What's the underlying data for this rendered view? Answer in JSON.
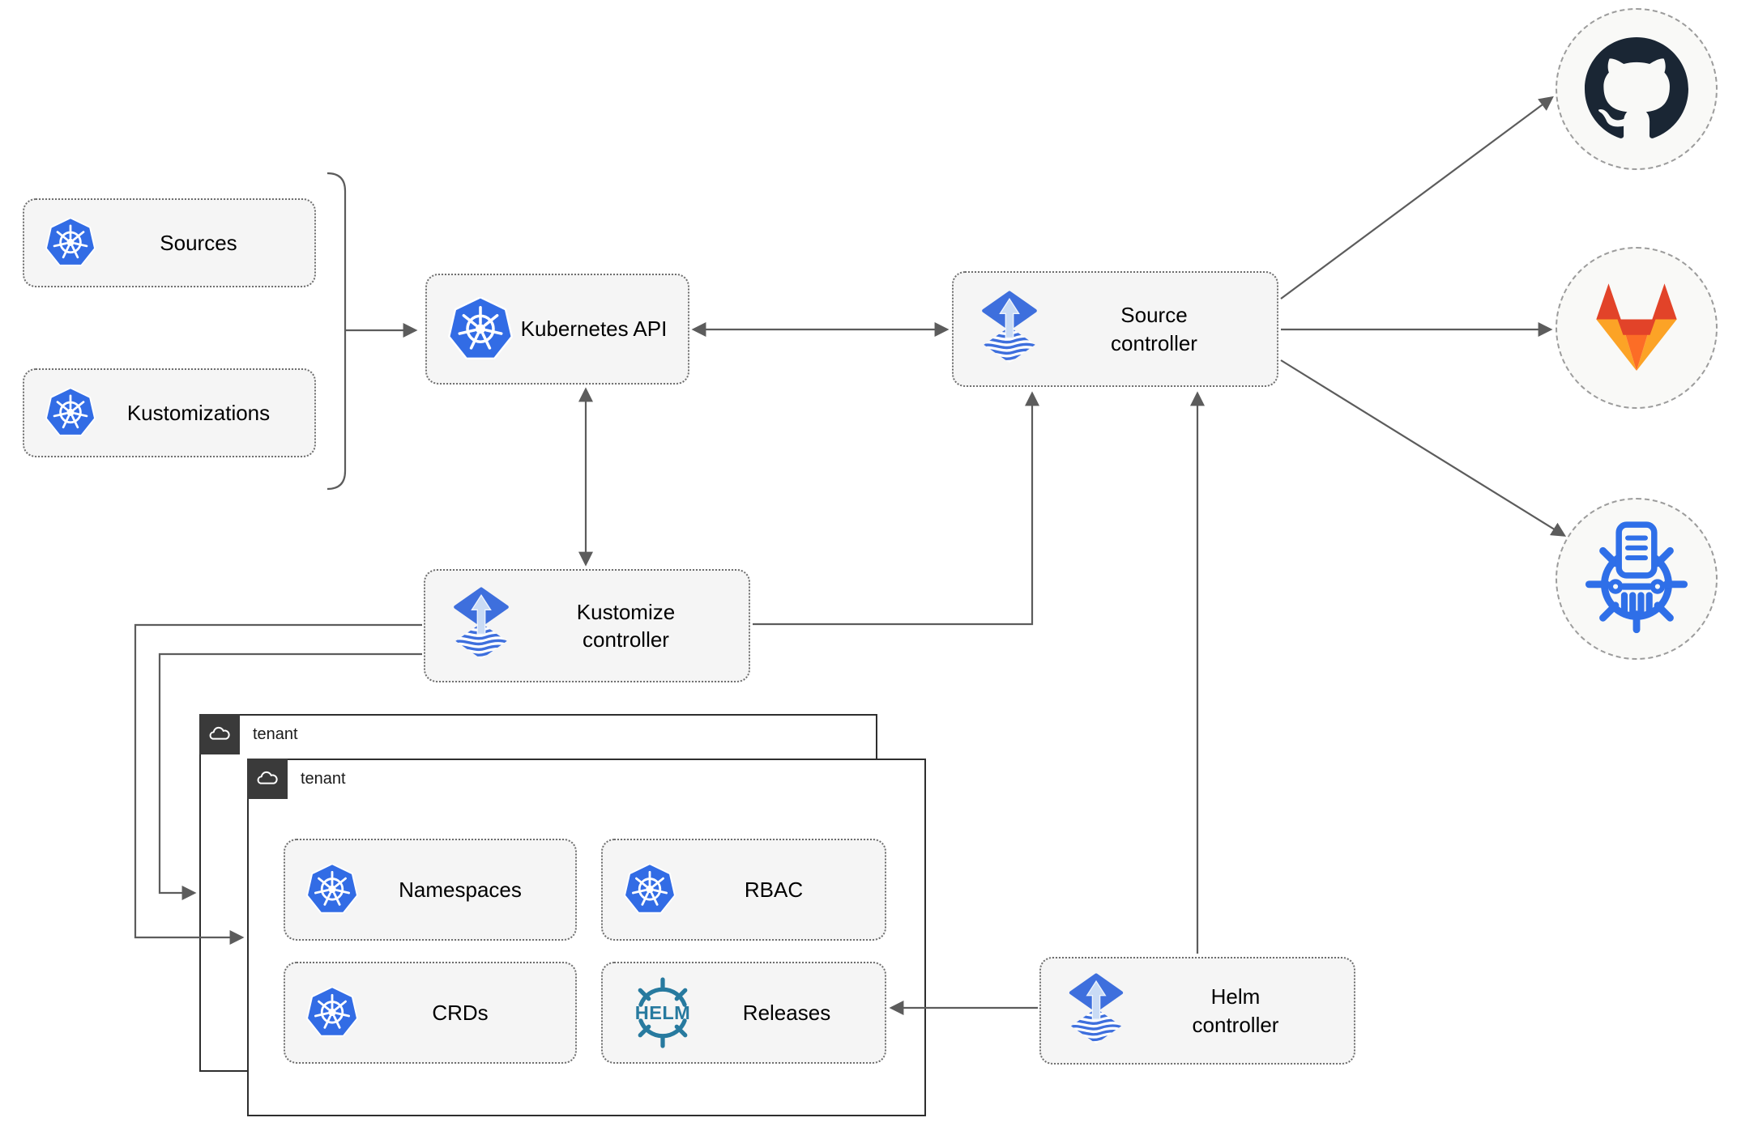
{
  "nodes": {
    "sources": {
      "label": "Sources",
      "icon": "kubernetes-icon"
    },
    "kustomizations": {
      "label": "Kustomizations",
      "icon": "kubernetes-icon"
    },
    "kubernetes_api": {
      "label": "Kubernetes API",
      "icon": "kubernetes-icon"
    },
    "source_controller": {
      "label": "Source controller",
      "icon": "flux-icon"
    },
    "kustomize_controller": {
      "label": "Kustomize controller",
      "icon": "flux-icon"
    },
    "helm_controller": {
      "label": "Helm controller",
      "icon": "flux-icon"
    },
    "tenant_outer": {
      "label": "tenant",
      "icon": "cloud-icon"
    },
    "tenant_inner": {
      "label": "tenant",
      "icon": "cloud-icon"
    },
    "namespaces": {
      "label": "Namespaces",
      "icon": "kubernetes-icon"
    },
    "rbac": {
      "label": "RBAC",
      "icon": "kubernetes-icon"
    },
    "crds": {
      "label": "CRDs",
      "icon": "kubernetes-icon"
    },
    "releases": {
      "label": "Releases",
      "icon": "helm-icon",
      "icon_text": "HELM"
    }
  },
  "external_systems": [
    {
      "icon": "github-icon"
    },
    {
      "icon": "gitlab-icon"
    },
    {
      "icon": "chartmuseum-icon"
    }
  ],
  "edges": [
    {
      "from": "sources/kustomizations bracket",
      "to": "kubernetes_api",
      "style": "arrow"
    },
    {
      "from": "kubernetes_api",
      "to": "source_controller",
      "style": "double-arrow"
    },
    {
      "from": "kubernetes_api",
      "to": "kustomize_controller",
      "style": "double-arrow"
    },
    {
      "from": "kustomize_controller",
      "to": "source_controller",
      "style": "arrow"
    },
    {
      "from": "helm_controller",
      "to": "source_controller",
      "style": "arrow"
    },
    {
      "from": "source_controller",
      "to": "github",
      "style": "arrow"
    },
    {
      "from": "source_controller",
      "to": "gitlab",
      "style": "arrow"
    },
    {
      "from": "source_controller",
      "to": "chartmuseum",
      "style": "arrow"
    },
    {
      "from": "kustomize_controller",
      "to": "tenant_outer",
      "style": "arrow"
    },
    {
      "from": "kustomize_controller",
      "to": "tenant_inner",
      "style": "arrow"
    },
    {
      "from": "helm_controller",
      "to": "releases",
      "style": "arrow"
    }
  ],
  "colors": {
    "kubernetes_blue": "#326ce5",
    "flux_blue": "#3e6fdd",
    "flux_arrow_light": "#c9dbf5",
    "helm_teal": "#277a9f",
    "chartmuseum_blue": "#2f6fe8",
    "github_dark": "#1a2634",
    "gitlab_red": "#e24329",
    "gitlab_orange": "#fc6d26",
    "gitlab_amber": "#fca326",
    "node_fill": "#f5f5f5",
    "circle_fill": "#f9f9f7",
    "connector_gray": "#5c5c5c",
    "tenant_badge_dark": "#3a3a3a"
  }
}
